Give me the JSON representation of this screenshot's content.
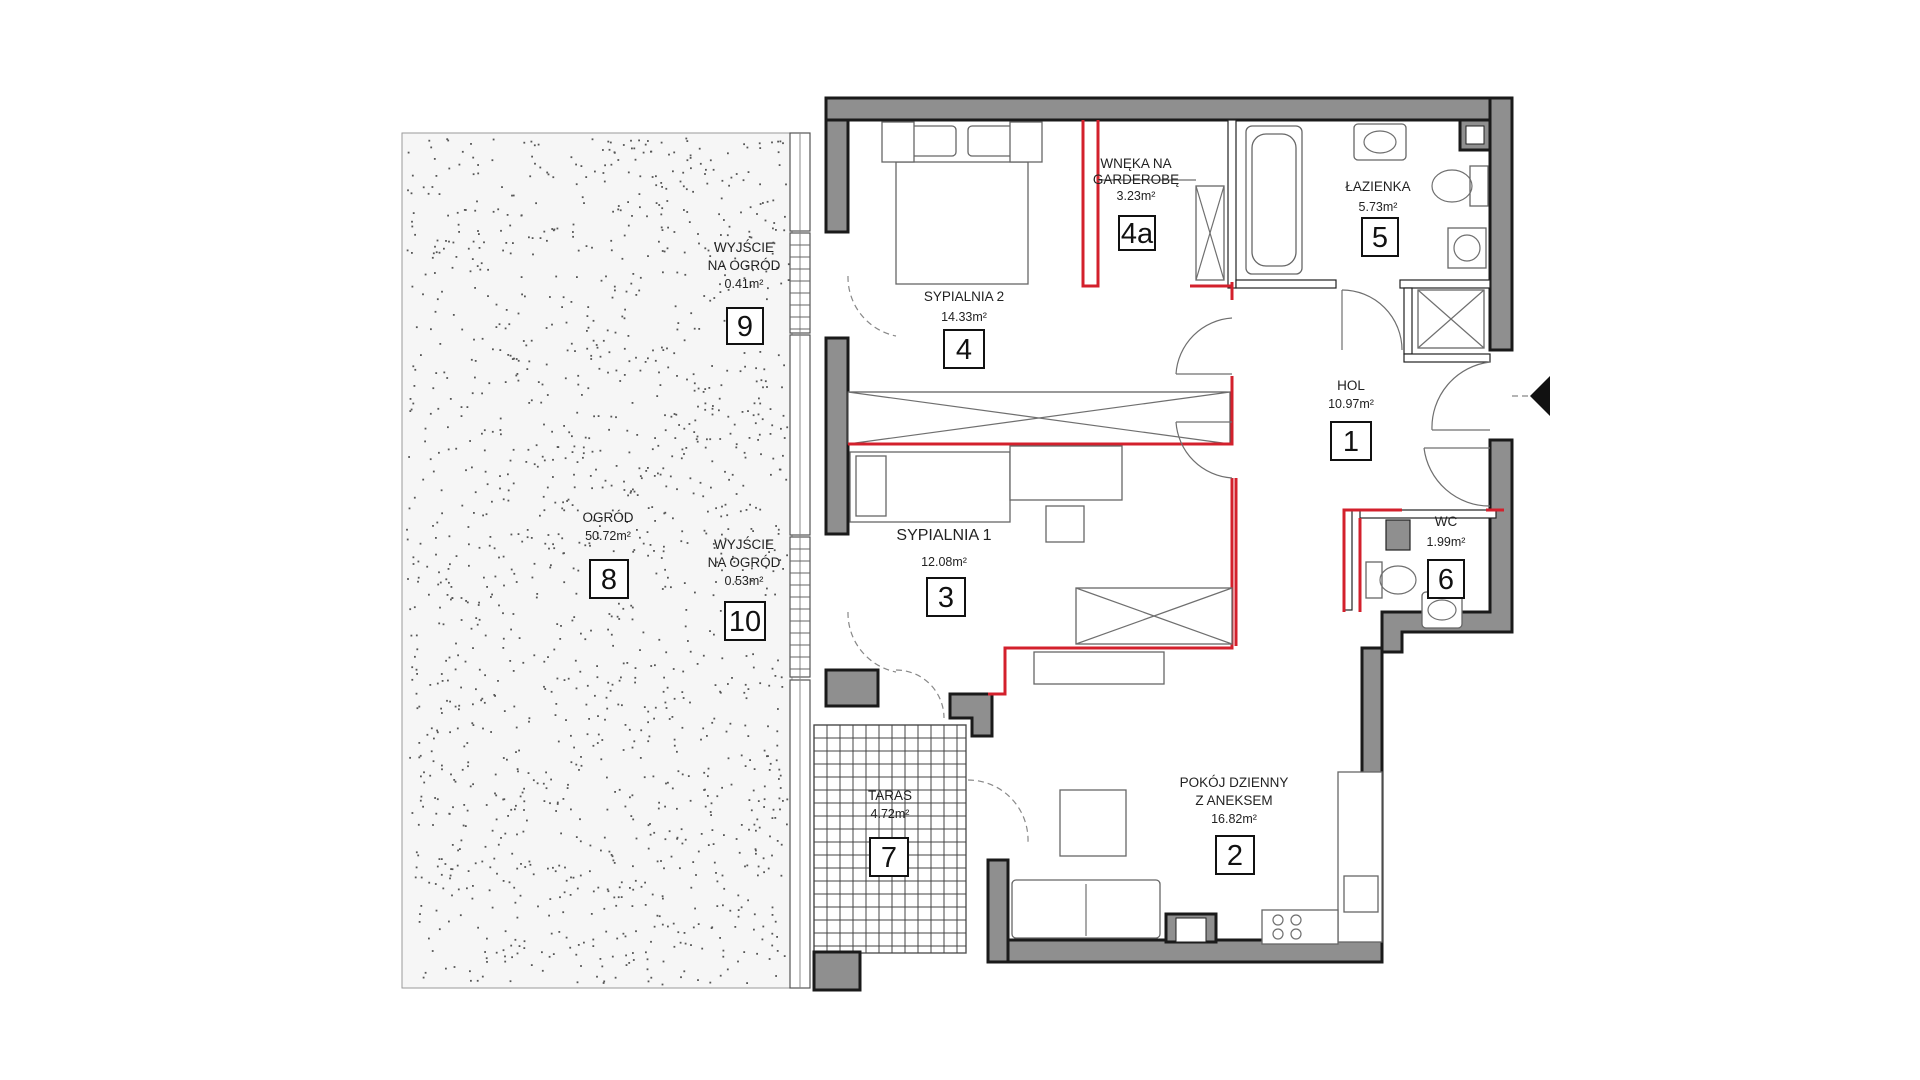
{
  "plan": {
    "rooms": [
      {
        "id": "r1",
        "title": "HOL",
        "area": "10.97m²",
        "number": "1"
      },
      {
        "id": "r2",
        "title_lines": [
          "POKÓJ DZIENNY",
          "Z ANEKSEM"
        ],
        "area": "16.82m²",
        "number": "2"
      },
      {
        "id": "r3",
        "title": "SYPIALNIA  1",
        "area": "12.08m²",
        "number": "3"
      },
      {
        "id": "r4",
        "title": "SYPIALNIA 2",
        "area": "14.33m²",
        "number": "4"
      },
      {
        "id": "r4a",
        "title_lines": [
          "WNĘKA NA",
          "GARDEROBĘ"
        ],
        "area": "3.23m²",
        "number": "4a"
      },
      {
        "id": "r5",
        "title": "ŁAZIENKA",
        "area": "5.73m²",
        "number": "5"
      },
      {
        "id": "r6",
        "title": "WC",
        "area": "1.99m²",
        "number": "6"
      },
      {
        "id": "r7",
        "title": "TARAS",
        "area": "4.72m²",
        "number": "7"
      },
      {
        "id": "r8",
        "title": "OGRÓD",
        "area": "50.72m²",
        "number": "8"
      },
      {
        "id": "r9",
        "title_lines": [
          "WYJŚCIE",
          "NA OGRÓD"
        ],
        "area": "0.41m²",
        "number": "9"
      },
      {
        "id": "r10",
        "title_lines": [
          "WYJŚCIE",
          "NA OGRÓD"
        ],
        "area": "0.53m²",
        "number": "10"
      }
    ],
    "colors": {
      "wall": "#8f8f8f",
      "outline": "#1a1a1a",
      "partition": "#d3202c",
      "garden_dot": "#555555"
    },
    "icons": {
      "entrance": "entrance-arrow-icon"
    }
  }
}
